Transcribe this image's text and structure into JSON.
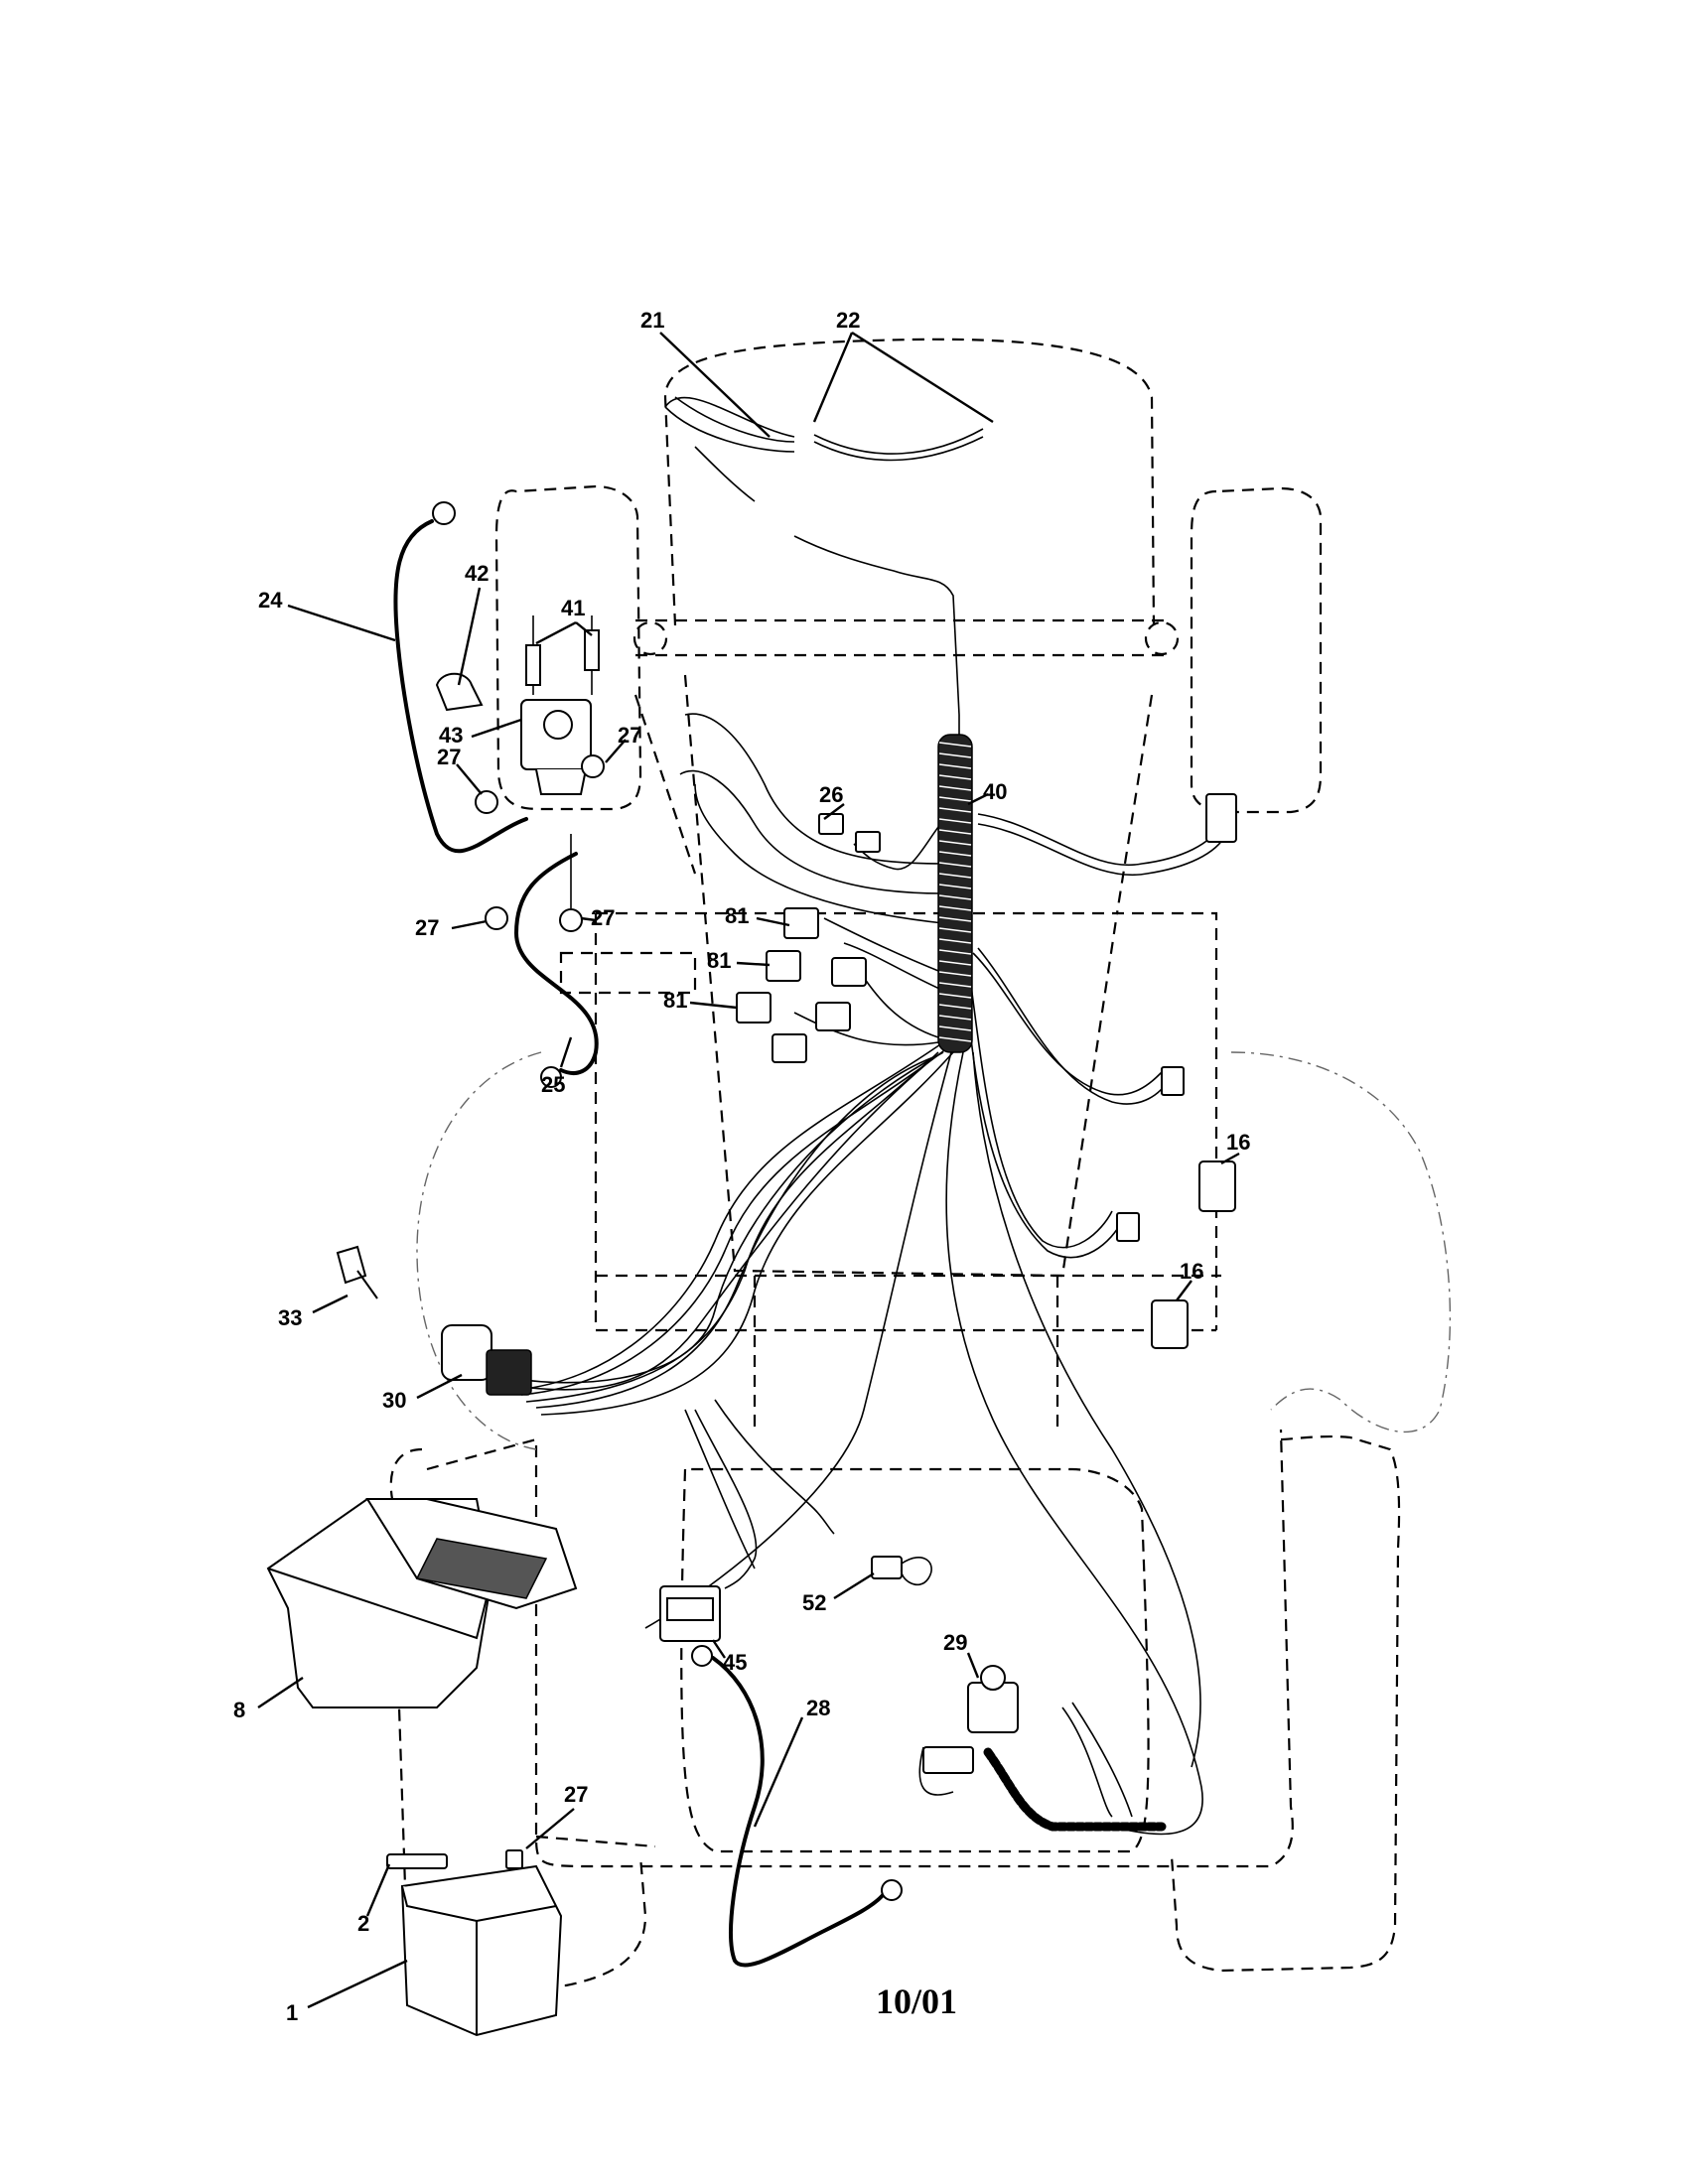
{
  "callouts": {
    "c1": "1",
    "c2": "2",
    "c8": "8",
    "c16a": "16",
    "c16b": "16",
    "c21": "21",
    "c22": "22",
    "c24": "24",
    "c25": "25",
    "c26": "26",
    "c27a": "27",
    "c27b": "27",
    "c27c": "27",
    "c27d": "27",
    "c27e": "27",
    "c28": "28",
    "c29": "29",
    "c30": "30",
    "c33": "33",
    "c40": "40",
    "c41": "41",
    "c42": "42",
    "c43": "43",
    "c45": "45",
    "c52": "52",
    "c81a": "81",
    "c81b": "81",
    "c81c": "81"
  },
  "footer": {
    "date": "10/01"
  }
}
